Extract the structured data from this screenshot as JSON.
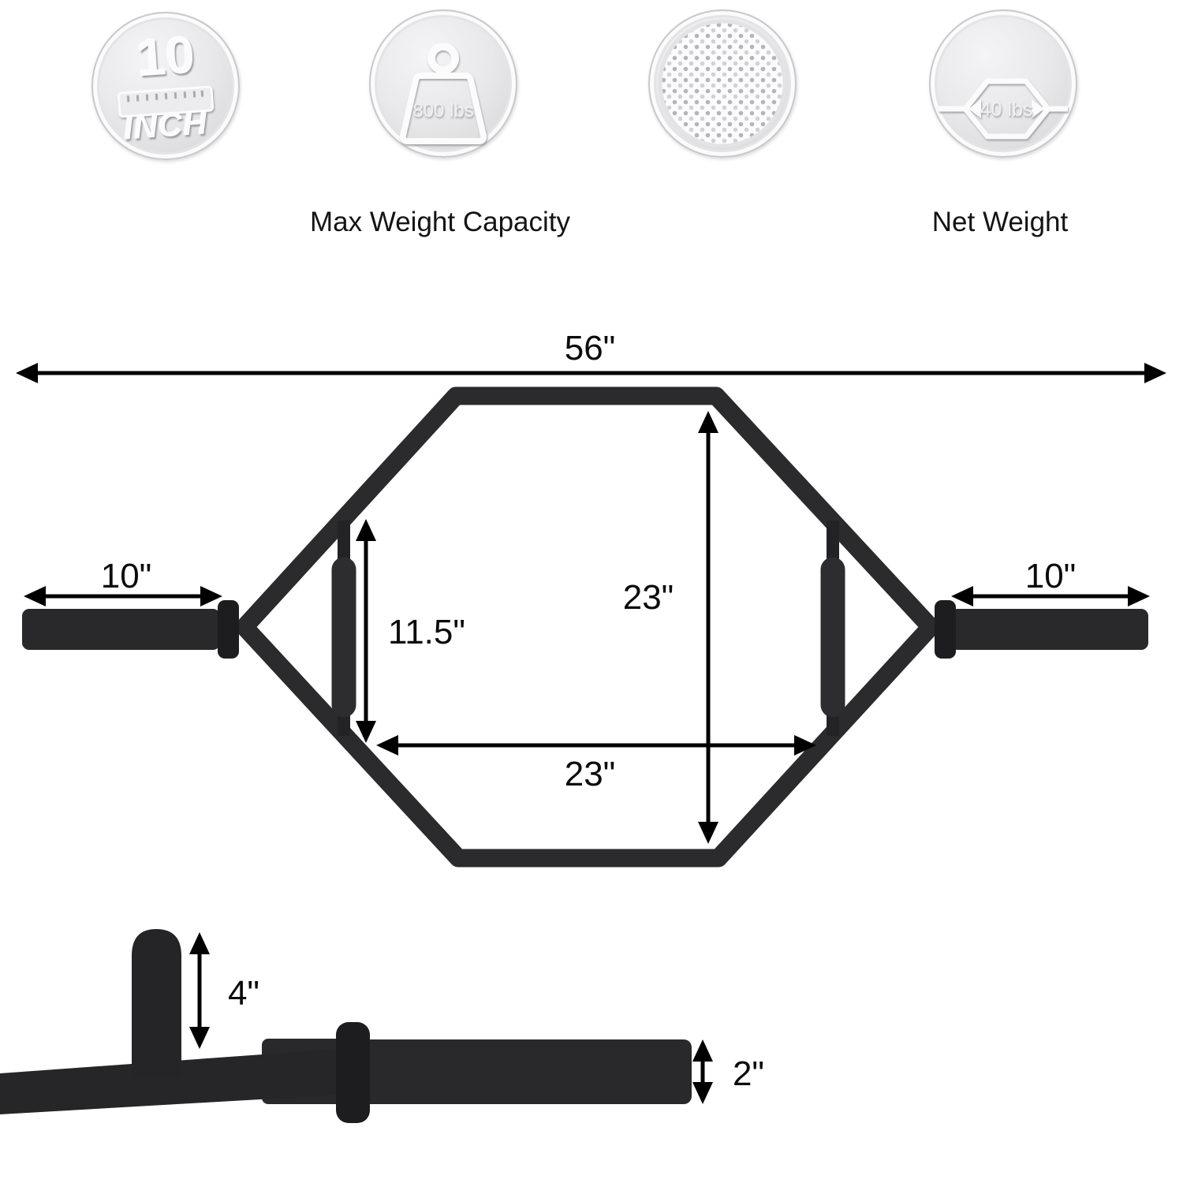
{
  "badges": {
    "inch": {
      "value": "10",
      "unit": "INCH"
    },
    "max_weight": {
      "value": "800 lbs",
      "caption": "Max Weight Capacity"
    },
    "knurl": {
      "icon": "knurled-grip-texture"
    },
    "net_weight": {
      "value": "40 lbs",
      "caption": "Net Weight"
    }
  },
  "top_view": {
    "total_length": "56\"",
    "left_sleeve_length": "10\"",
    "right_sleeve_length": "10\"",
    "inner_height": "23\"",
    "handle_length": "11.5\"",
    "inner_width": "23\""
  },
  "side_view": {
    "handle_height": "4\"",
    "sleeve_diameter": "2\""
  },
  "colors": {
    "bar": "#2b2b2d",
    "dimension_line": "#000000",
    "badge_base": "#e6e6e8"
  }
}
